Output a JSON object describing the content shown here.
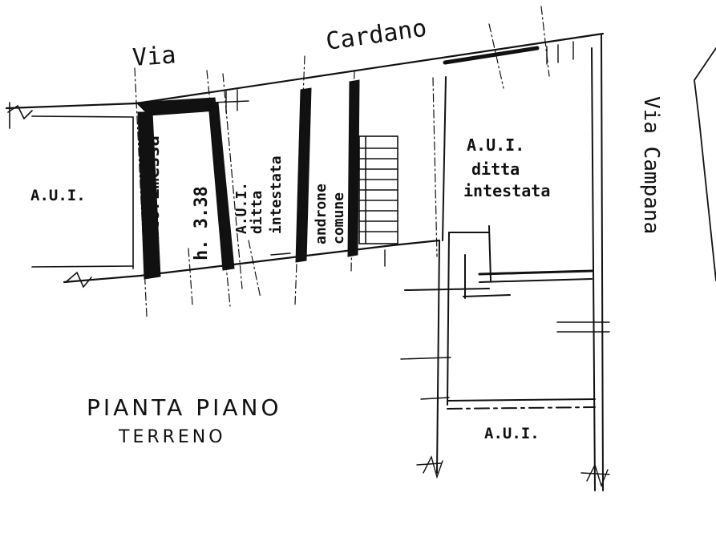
{
  "streets": {
    "north_via": "Via",
    "north_name": "Cardano",
    "east": "Via Campana"
  },
  "rooms": {
    "aui_left": "A.U.I.",
    "garage_name": "autorimessa",
    "garage_height": "h. 3.38",
    "aui_ditta_1": "A.U.I.",
    "aui_ditta_2": "ditta",
    "aui_ditta_3": "intestata",
    "androne_1": "androne",
    "androne_2": "comune",
    "aui_right_1": "A.U.I.",
    "aui_right_2": "ditta",
    "aui_right_3": "intestata",
    "aui_bottom": "A.U.I."
  },
  "title": {
    "line1": "PIANTA PIANO",
    "line2": "TERRENO"
  },
  "colors": {
    "ink": "#111111",
    "paper": "#ffffff"
  }
}
